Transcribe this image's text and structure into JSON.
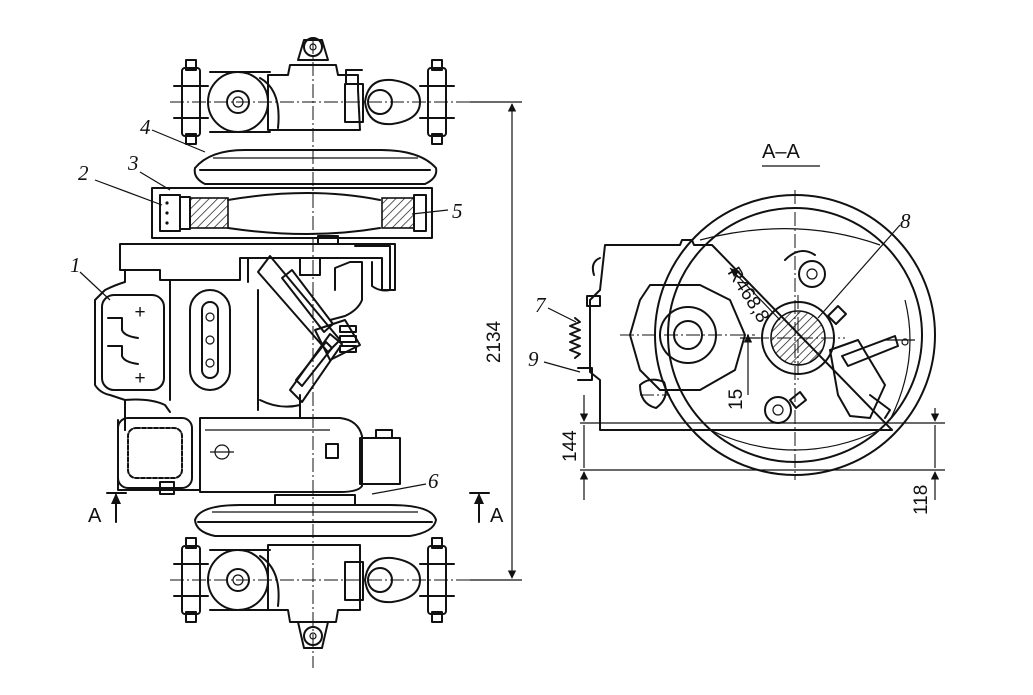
{
  "labels": {
    "l1": "1",
    "l2": "2",
    "l3": "3",
    "l4": "4",
    "l5": "5",
    "l6": "6",
    "l7": "7",
    "l8": "8",
    "l9": "9"
  },
  "dimensions": {
    "wheelbase": "2134",
    "radius": "R468,8",
    "offset": "15",
    "height_144": "144",
    "height_118": "118"
  },
  "section": {
    "title": "A–A",
    "left_mark": "A",
    "right_mark": "A"
  }
}
